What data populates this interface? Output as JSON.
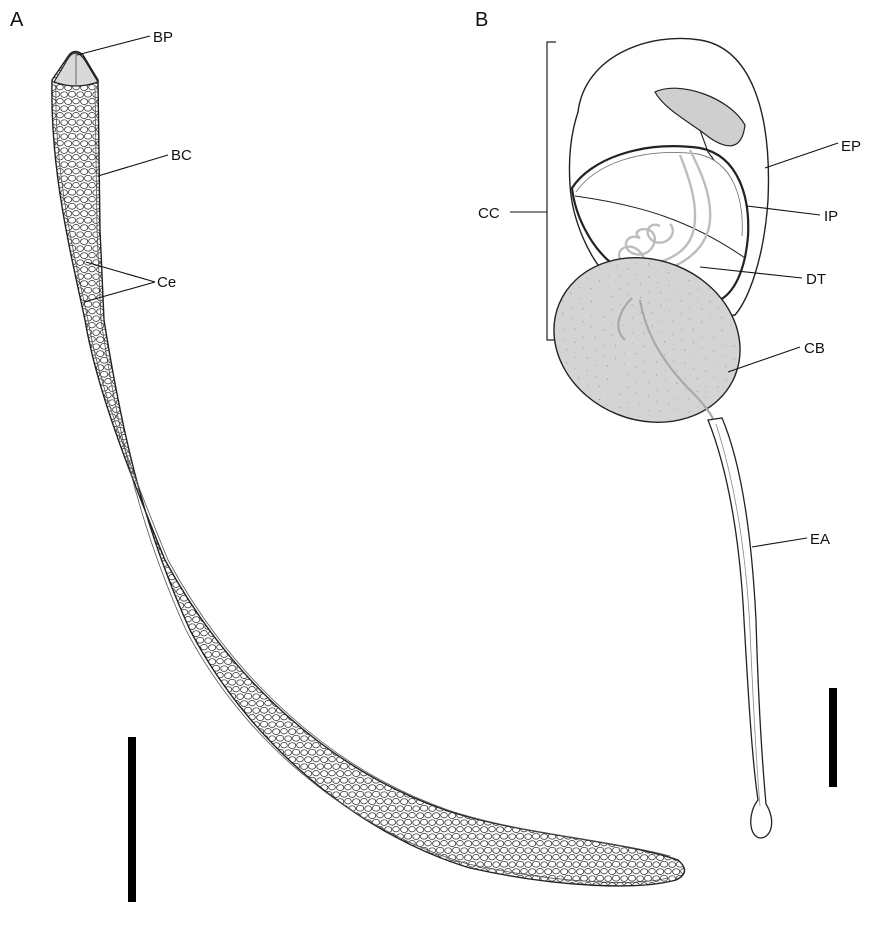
{
  "panels": [
    {
      "letter": "A",
      "labels": {
        "bp": "BP",
        "bc": "BC",
        "ce": "Ce"
      },
      "colors": {
        "body_fill": "#f4f4f4",
        "cell_stroke": "#222222",
        "tip_fill": "#d9d9d9"
      }
    },
    {
      "letter": "B",
      "labels": {
        "cc": "CC",
        "ep": "EP",
        "ip": "IP",
        "dt": "DT",
        "cb": "CB",
        "ea": "EA"
      },
      "colors": {
        "body_fill": "#d4d4d4",
        "tubule": "#bdbdbd",
        "plate": "#cfcfcf"
      }
    }
  ]
}
